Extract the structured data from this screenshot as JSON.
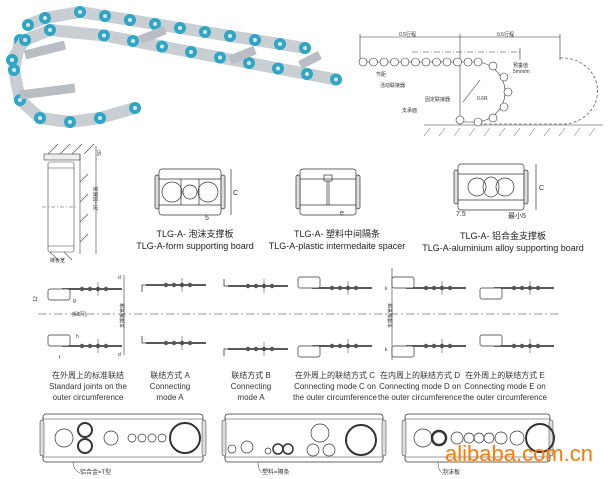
{
  "photo": {
    "alt_label": "drag-chain-photo"
  },
  "install_diagram": {
    "half_stroke_left": "0.5行程",
    "half_stroke_right": "0.5行程",
    "pitch": "节距",
    "moving_connector": "活动联接器",
    "fixed_connector": "固定联接器",
    "support_surface": "支承面",
    "sag": "预垂值",
    "sag_value": "5mm/m",
    "radius": "0.6R"
  },
  "section": {
    "top_dim": "50",
    "height_label": "2R+链板高",
    "width_label": "链板宽"
  },
  "boards": [
    {
      "dim_c": "C",
      "dim": "5",
      "title_cn": "TLG-A- 泡沫支撑板",
      "title_en": "TLG-A-form supporting board"
    },
    {
      "dim_c": "",
      "dim": "e",
      "title_cn": "TLG-A- 塑料中间隔条",
      "title_en": "TLG-A-plastic intermedaite spacer"
    },
    {
      "dim_c": "C",
      "dim": "7.5",
      "dim2": "最小5",
      "title_cn": "TLG-A- 铝合金支撑板",
      "title_en": "TLG-A-aluminium alloy supporting board"
    }
  ],
  "joints": {
    "dismount_hole": "拆卸孔",
    "support_width": "支撑板宽度",
    "dim_12": "12",
    "dim_d": "d",
    "dim_g": "g",
    "dim_h": "h",
    "dim_f": "f",
    "dim_k": "k",
    "modes": [
      {
        "cn": "在外周上的标准联结",
        "en1": "Standard joints on the",
        "en2": "outer circumference"
      },
      {
        "cn": "联结方式 A",
        "en1": "Connecting",
        "en2": "mode A"
      },
      {
        "cn": "联结方式 B",
        "en1": "Connecting",
        "en2": "mode A"
      },
      {
        "cn": "在外周上的联结方式 C",
        "en1": "Connecting mode C on",
        "en2": "the outer circumference"
      },
      {
        "cn": "在内周上的联结方式 D",
        "en1": "Connecting mode D on",
        "en2": "the outer circumference"
      },
      {
        "cn": "在外周上的联结方式 E",
        "en1": "Connecting mode E on",
        "en2": "the outer circumference"
      }
    ]
  },
  "sections_bottom": [
    {
      "label": "铝合金=T型"
    },
    {
      "label": "塑料=隔条"
    },
    {
      "label": "泡沫板"
    }
  ],
  "watermark": "alibaba.com.cn",
  "colors": {
    "chain_blue": "#2ea6c6",
    "metal": "#c9ced3",
    "watermark": "#ff7a00"
  }
}
